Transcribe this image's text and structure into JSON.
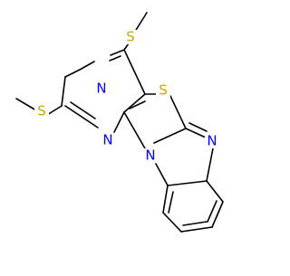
{
  "molecule": {
    "atom_labels": {
      "s_top": "S",
      "s_left": "S",
      "s_ring": "S",
      "n_pyr_top": "N",
      "n_pyr_bottom": "N",
      "n_imidazole": "N",
      "n_bridge": "N"
    },
    "colors": {
      "bond": "#000000",
      "nitrogen": "#0000ff",
      "sulfur": "#c8a800",
      "background": "#ffffff"
    }
  }
}
